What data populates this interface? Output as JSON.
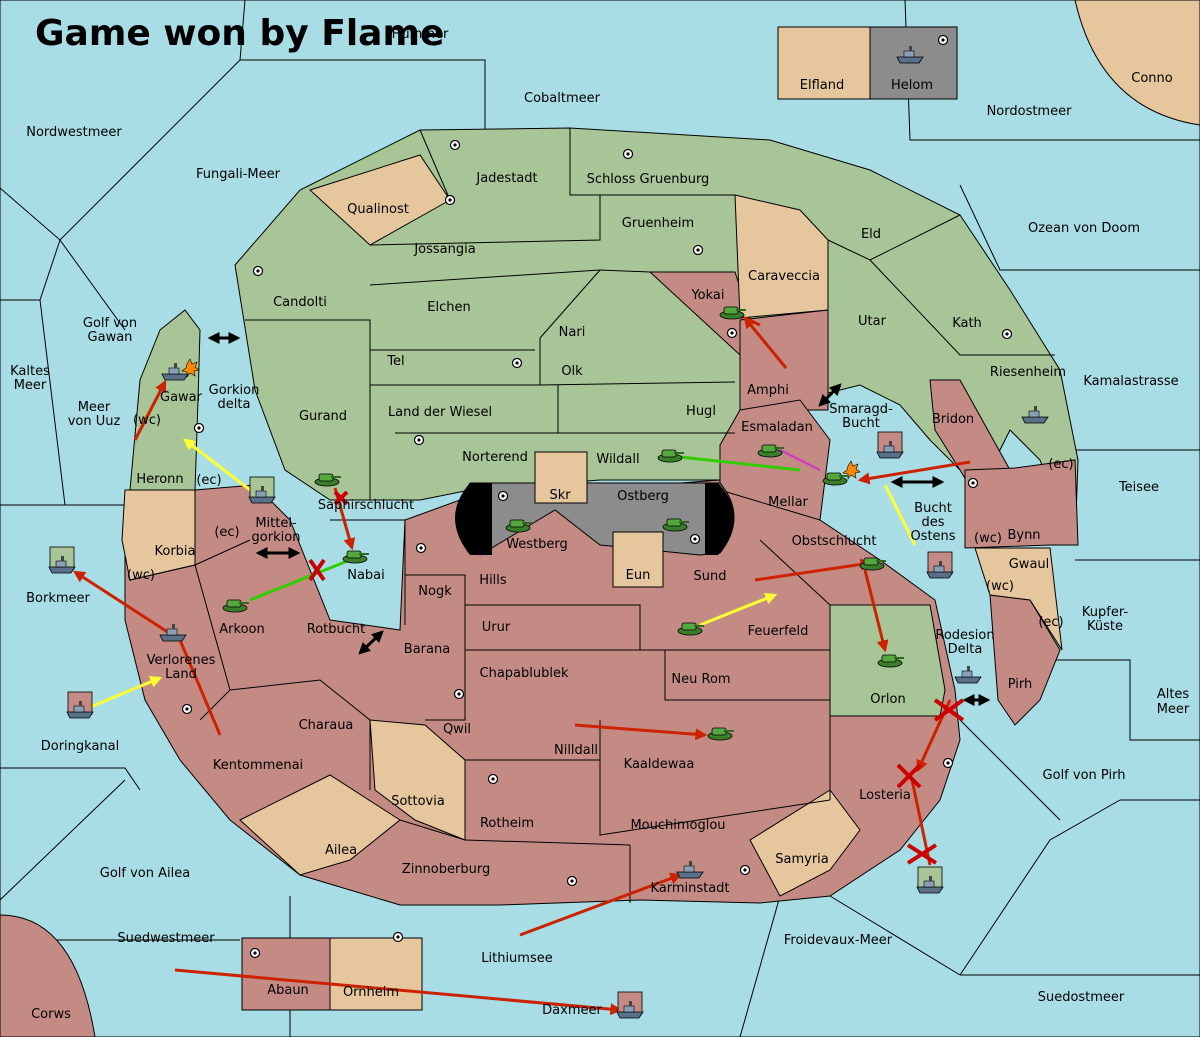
{
  "title": "Game won by Flame",
  "colors": {
    "sea": "#a8dde6",
    "flame": "#c48b85",
    "green": "#a7c596",
    "neutral": "#e6c69c",
    "impassable": "#8c8c8c",
    "move": "#cc2200",
    "support": "#ffff33",
    "convoy": "#33cc00",
    "retreat": "#cc33cc"
  },
  "icons": {
    "army": "tank-icon",
    "fleet": "ship-icon",
    "supply_center": "supply-center-icon",
    "destroyed": "cross-icon",
    "dislodged": "explosion-icon"
  },
  "coast_tags": {
    "wc": "(wc)",
    "ec": "(ec)"
  },
  "legend_boxes": {
    "elfland": "Elfland",
    "helom": "Helom"
  },
  "regions": {
    "cobaltmeer": "Cobaltmeer",
    "nordwestmeer": "Nordwestmeer",
    "fungali": "Fungali-Meer",
    "nordostmeer": "Nordostmeer",
    "conno": "Conno",
    "ozean": "Ozean von Doom",
    "kamalastrasse": "Kamalastrasse",
    "teisee": "Teisee",
    "kupfer1": "Kupfer-",
    "kupfer2": "Küste",
    "altes1": "Altes",
    "altes2": "Meer",
    "golfpirh": "Golf von Pirh",
    "suedostmeer": "Suedostmeer",
    "froidevaux": "Froidevaux-Meer",
    "lithiumsee": "Lithiumsee",
    "suedwestmeer": "Suedwestmeer",
    "corws": "Corws",
    "golfailea": "Golf von Ailea",
    "doringkanal": "Doringkanal",
    "borkmeer": "Borkmeer",
    "kaltes1": "Kaltes",
    "kaltes2": "Meer",
    "meeruuz1": "Meer",
    "meeruuz2": "von Uuz",
    "golfgawan1": "Golf von",
    "golfgawan2": "Gawan",
    "gorkiondelta1": "Gorkion",
    "gorkiondelta2": "delta",
    "gawar": "Gawar",
    "heronn": "Heronn",
    "korbia": "Korbia",
    "mittelgorkion1": "Mittel-",
    "mittelgorkion2": "gorkion",
    "verlorenes1": "Verlorenes",
    "verlorenes2": "Land",
    "kentommenai": "Kentommenai",
    "charaua": "Charaua",
    "arkoon": "Arkoon",
    "rotbucht": "Rotbucht",
    "ailea": "Ailea",
    "sottovia": "Sottovia",
    "zinnoberburg": "Zinnoberburg",
    "rotheim": "Rotheim",
    "mouchimoglou": "Mouchimoglou",
    "karminstadt": "Karminstadt",
    "samyria": "Samyria",
    "losteria": "Losteria",
    "orlon": "Orlon",
    "kaaldewaa": "Kaaldewaa",
    "nilldall": "Nilldall",
    "qwil": "Qwil",
    "chapablublek": "Chapablublek",
    "neurom": "Neu Rom",
    "feuerfeld": "Feuerfeld",
    "urur": "Urur",
    "barana": "Barana",
    "nogk": "Nogk",
    "hills": "Hills",
    "sund": "Sund",
    "eun": "Eun",
    "obstschlucht": "Obstschlucht",
    "nabai": "Nabai",
    "saphirschlucht": "Saphirschlucht",
    "westberg": "Westberg",
    "ostberg": "Ostberg",
    "skr": "Skr",
    "mellar": "Mellar",
    "wildall": "Wildall",
    "norterend": "Norterend",
    "esmaladan": "Esmaladan",
    "gurand": "Gurand",
    "candolti": "Candolti",
    "qualinost": "Qualinost",
    "jadestadt": "Jadestadt",
    "schloss": "Schloss Gruenburg",
    "jossangia": "Jossangia",
    "gruenheim": "Gruenheim",
    "elchen": "Elchen",
    "nari": "Nari",
    "tel": "Tel",
    "olk": "Olk",
    "wiesel": "Land der Wiesel",
    "hugl": "Hugl",
    "caraveccia": "Caraveccia",
    "yokai": "Yokai",
    "amphi": "Amphi",
    "eld": "Eld",
    "utar": "Utar",
    "kath": "Kath",
    "riesenheim": "Riesenheim",
    "bridon": "Bridon",
    "smaragd1": "Smaragd-",
    "smaragd2": "Bucht",
    "bucht1": "Bucht",
    "bucht2": "des",
    "bucht3": "Ostens",
    "bynn": "Bynn",
    "gwaul": "Gwaul",
    "rodesion1": "Rodesion",
    "rodesion2": "Delta",
    "pirh": "Pirh",
    "abaun": "Abaun",
    "ornheim": "Ornheim",
    "daxmeer": "Daxmeer",
    "hummer": "Hummer"
  }
}
